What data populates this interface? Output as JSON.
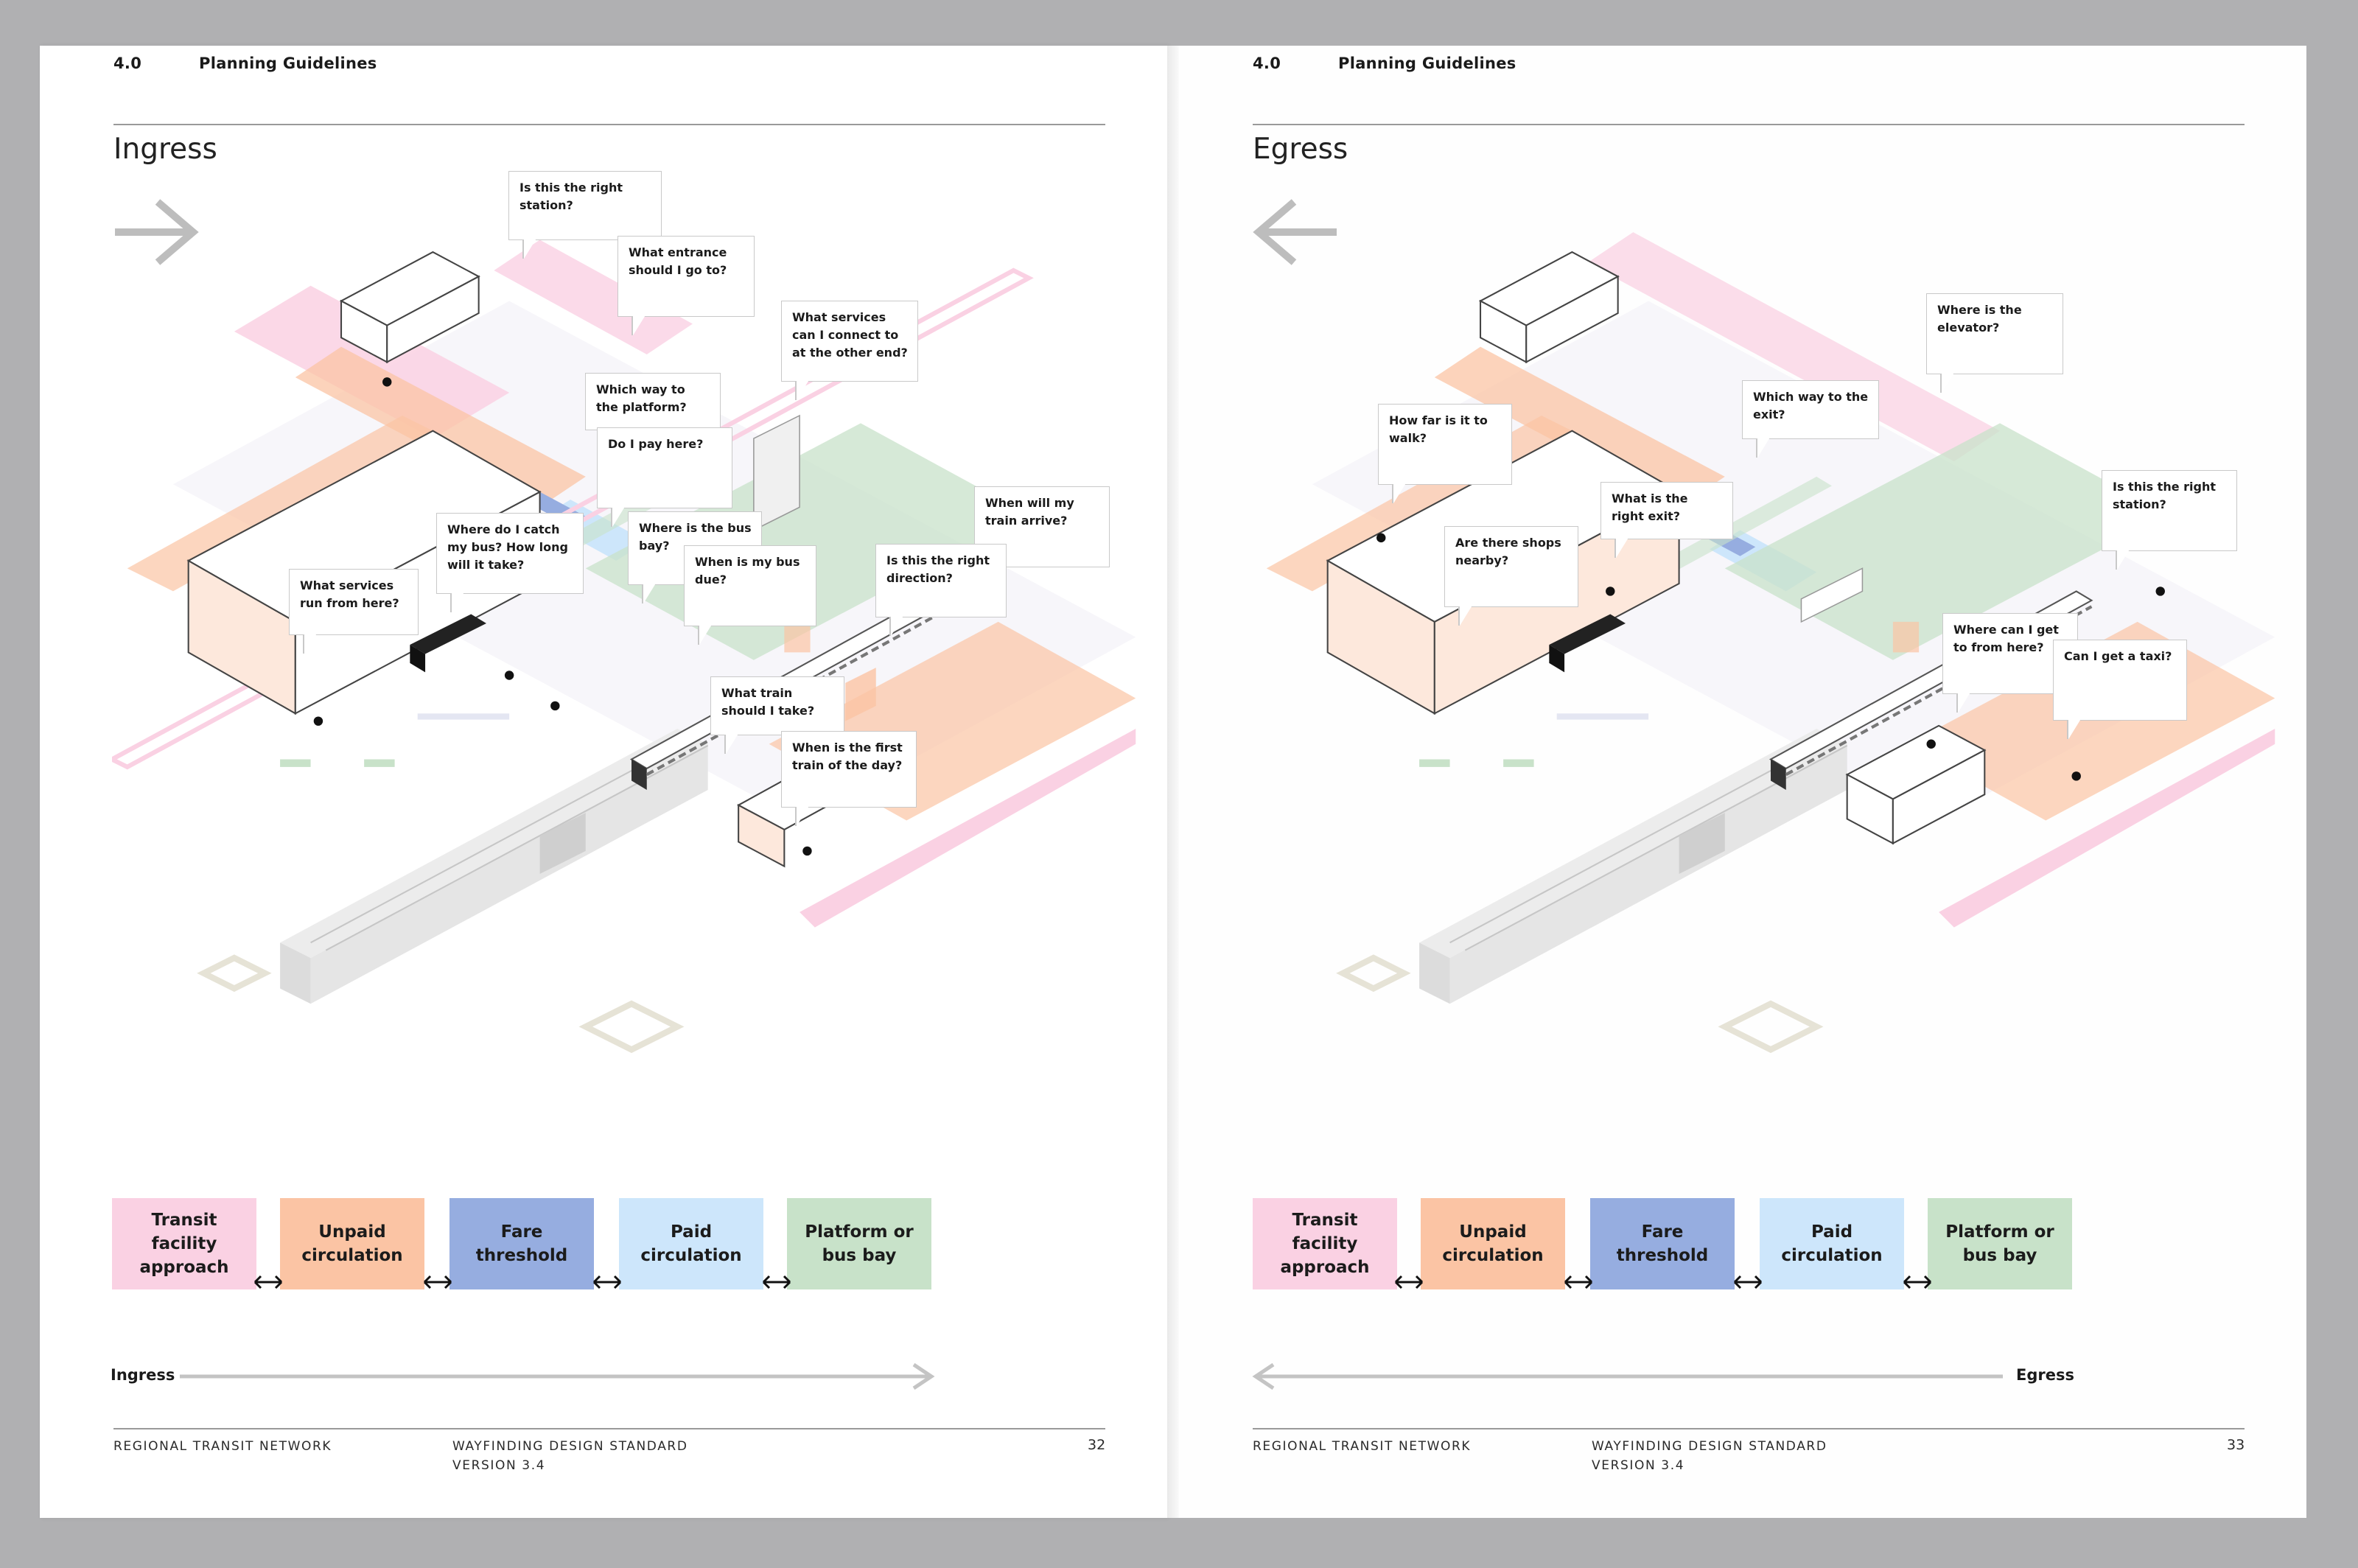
{
  "colors": {
    "approach": "#fad1e3",
    "unpaid": "#fbc4a4",
    "fare": "#96ade0",
    "paid": "#cde6fb",
    "platform": "#c8e2c9"
  },
  "left_page": {
    "section_number": "4.0",
    "section_title": "Planning Guidelines",
    "heading": "Ingress",
    "direction_icon": "right-arrow",
    "bubbles": [
      "Is this the right station?",
      "What entrance should I go to?",
      "What services can I connect to at the other end?",
      "Which way to the platform?",
      "Do I pay here?",
      "When will my train arrive?",
      "Where do I catch my bus? How long will it take?",
      "Where is the bus bay?",
      "When is my bus due?",
      "Is this the right direction?",
      "What services run from here?",
      "What train should I take?",
      "When is the first train of the day?"
    ],
    "legend": [
      "Transit facility approach",
      "Unpaid circulation",
      "Fare threshold",
      "Paid circulation",
      "Platform or bus bay"
    ],
    "flow_label": "Ingress",
    "footer_org": "REGIONAL TRANSIT NETWORK",
    "footer_doc_line1": "WAYFINDING DESIGN STANDARD",
    "footer_doc_line2": "VERSION 3.4",
    "page_number": "32"
  },
  "right_page": {
    "section_number": "4.0",
    "section_title": "Planning Guidelines",
    "heading": "Egress",
    "direction_icon": "left-arrow",
    "bubbles": [
      "Where is the elevator?",
      "Which way to the exit?",
      "How far is it to walk?",
      "What is the right exit?",
      "Is this the right station?",
      "Are there shops nearby?",
      "Where can I get to from here?",
      "Can I get a taxi?"
    ],
    "legend": [
      "Transit facility approach",
      "Unpaid circulation",
      "Fare threshold",
      "Paid circulation",
      "Platform or bus bay"
    ],
    "flow_label": "Egress",
    "footer_org": "REGIONAL TRANSIT NETWORK",
    "footer_doc_line1": "WAYFINDING DESIGN STANDARD",
    "footer_doc_line2": "VERSION 3.4",
    "page_number": "33"
  }
}
